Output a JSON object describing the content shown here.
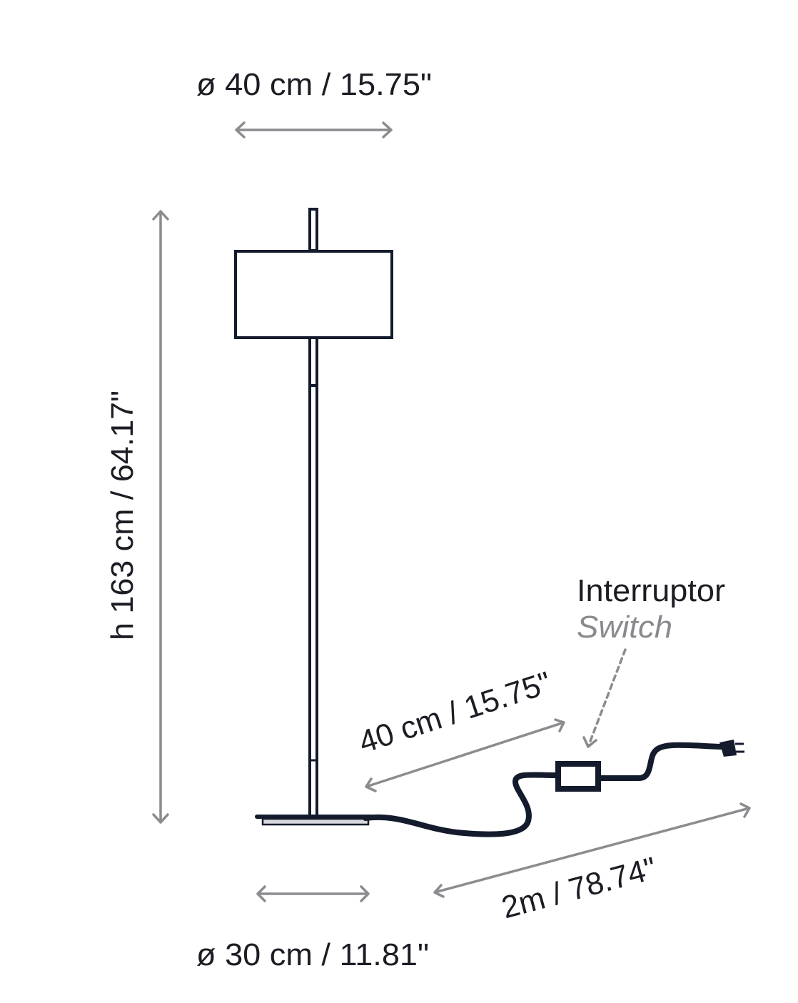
{
  "labels": {
    "shade_diameter": "ø 40 cm / 15.75\"",
    "height": "h 163 cm / 64.17\"",
    "switch_distance": "40 cm / 15.75\"",
    "switch_label": "Interruptor",
    "switch_label_en": "Switch",
    "cable_length": "2m / 78.74\"",
    "base_diameter": "ø 30 cm / 11.81\""
  },
  "colors": {
    "line": "#141b2c",
    "arrow": "#8c8c90",
    "text": "#1c1c24"
  }
}
